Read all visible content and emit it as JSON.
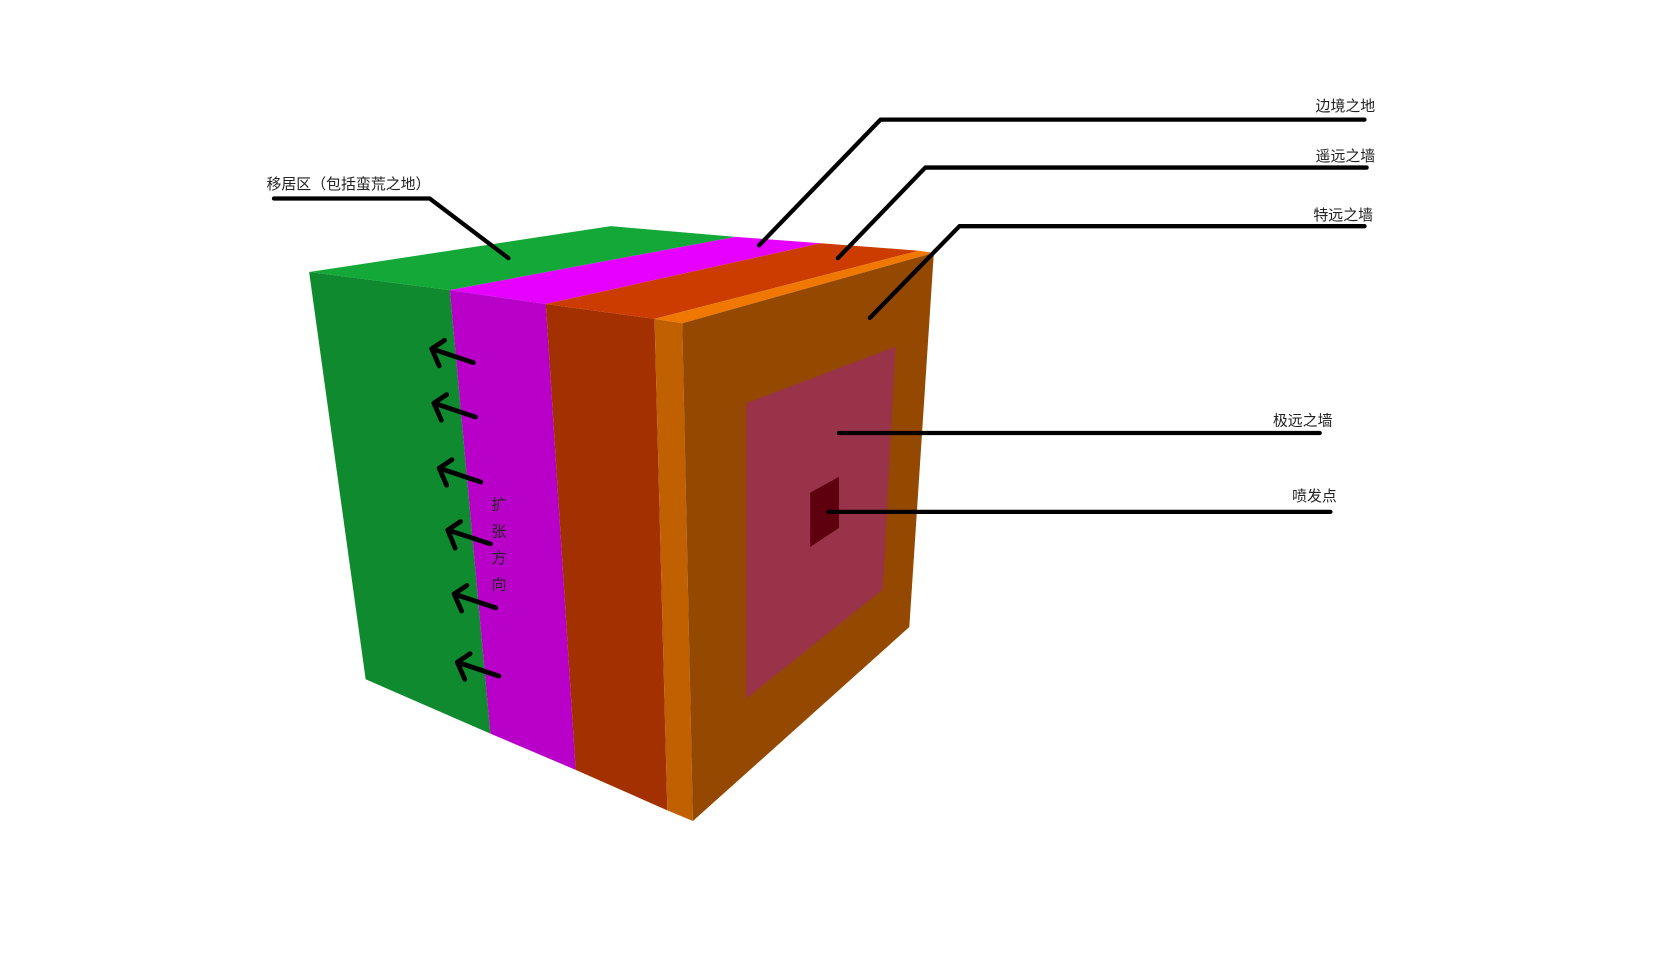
{
  "labels": {
    "settlement_zone": "移居区（包括蛮荒之地）",
    "borderland": "边境之地",
    "distant_wall": "遥远之墙",
    "very_distant_wall": "特远之墙",
    "farthest_wall": "极远之墙",
    "eruption_point": "喷发点",
    "expansion_direction": [
      "扩",
      "张",
      "方",
      "向"
    ]
  },
  "colors": {
    "green_top": "#13a838",
    "green_side": "#0f8a2f",
    "magenta_top": "#e600ff",
    "magenta_side": "#b800c8",
    "red_top": "#cc3c00",
    "red_side": "#a33000",
    "orange_top": "#f07800",
    "orange_side": "#c06000",
    "front_face": "#944800",
    "inner_wall": "#99334a",
    "eruption": "#5e000e"
  }
}
